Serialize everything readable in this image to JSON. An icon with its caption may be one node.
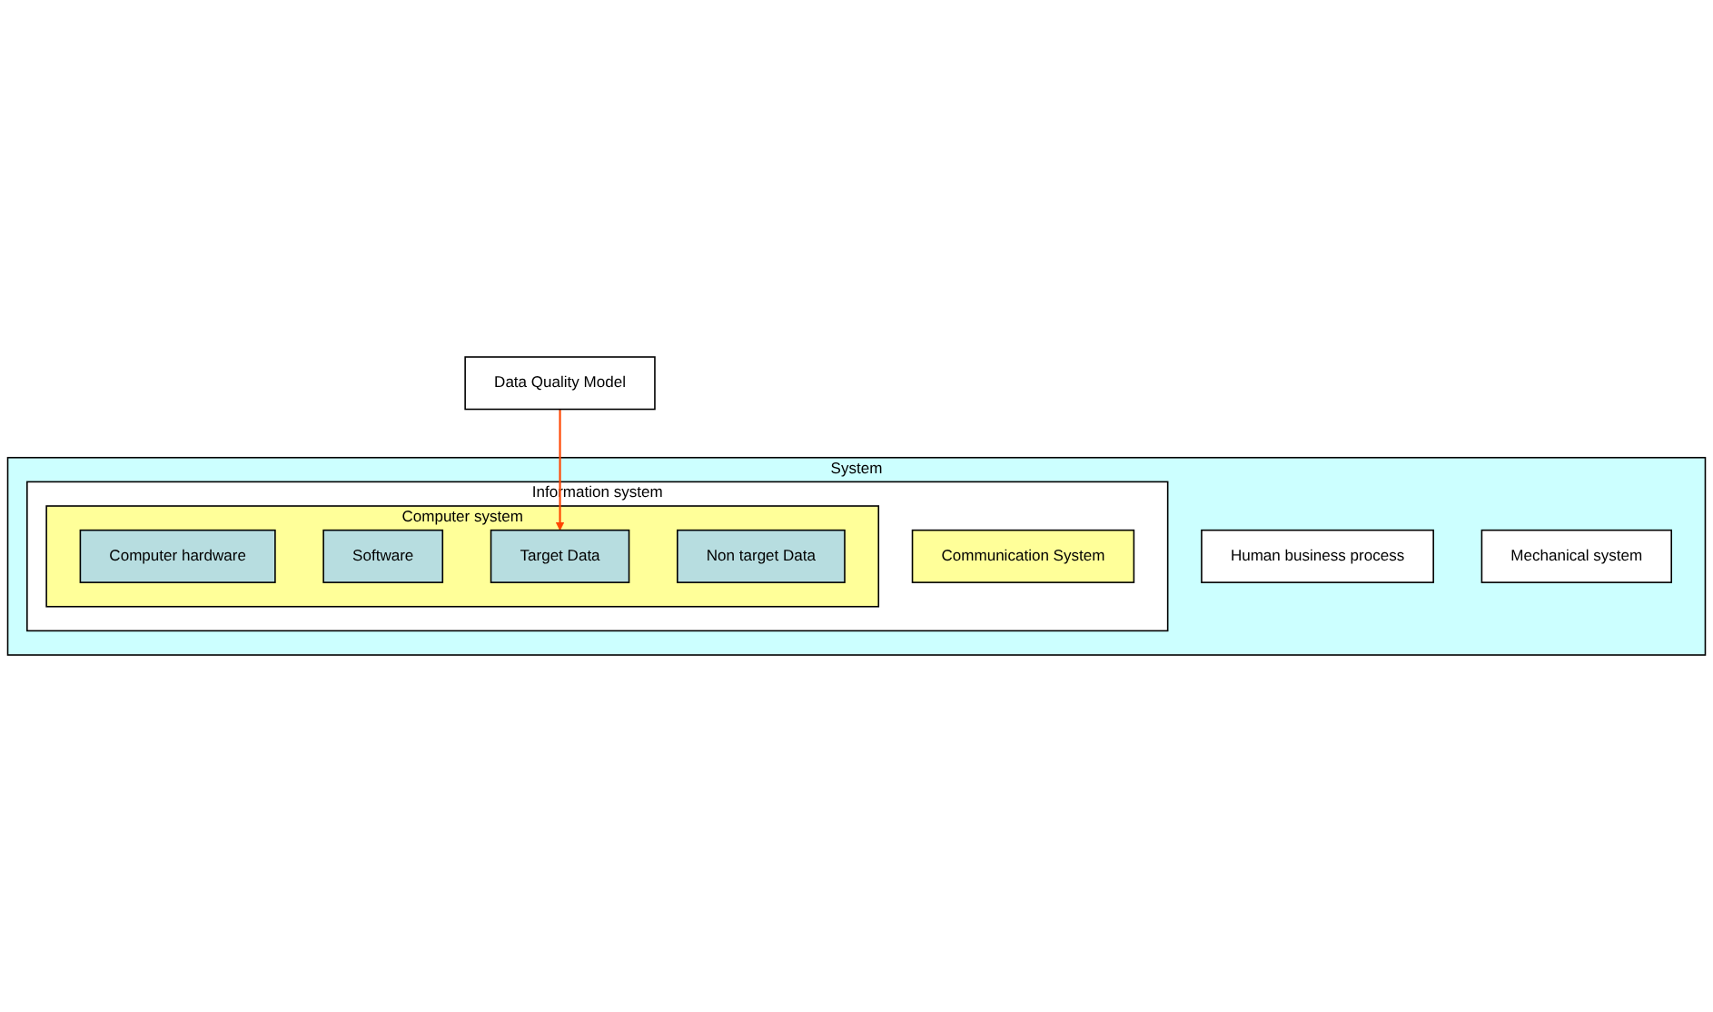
{
  "diagram": {
    "nodes": [
      {
        "text": [
          "Data Quality Model"
        ]
      },
      {
        "text": [
          "System"
        ]
      },
      {
        "text": [
          "Information system"
        ],
        "in": 1
      },
      {
        "text": [
          "Communication System"
        ],
        "in": 2
      },
      {
        "text": [
          "Computer system"
        ],
        "in": 2
      },
      {
        "text": [
          "Computer hardware"
        ],
        "in": 4
      },
      {
        "text": [
          "Software"
        ],
        "in": 4
      },
      {
        "text": [
          "Target Data"
        ],
        "in": 4
      },
      {
        "text": [
          "Non target Data"
        ],
        "in": 4
      },
      {
        "text": [
          "Human business process"
        ],
        "in": 1
      },
      {
        "text": [
          "Mechanical system"
        ],
        "in": 1
      }
    ],
    "edges": [
      {
        "from": 0,
        "to": 7,
        "arrow": "to",
        "color": "#ff4500"
      }
    ]
  }
}
